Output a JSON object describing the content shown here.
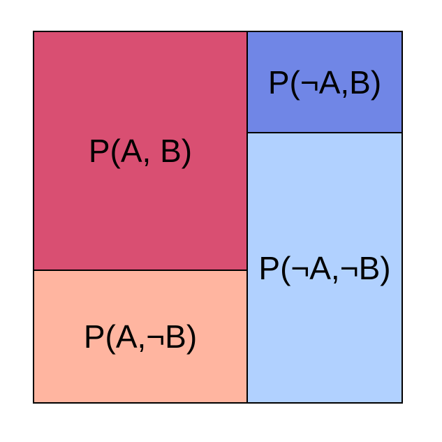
{
  "cells": {
    "a_b": {
      "label": "P(A, B)",
      "color": "#d94f72"
    },
    "a_not_b": {
      "label": "P(A,¬B)",
      "color": "#ffb5a0"
    },
    "not_a_b": {
      "label": "P(¬A,B)",
      "color": "#7086e6"
    },
    "not_a_not_b": {
      "label": "P(¬A,¬B)",
      "color": "#b1d1ff"
    }
  }
}
